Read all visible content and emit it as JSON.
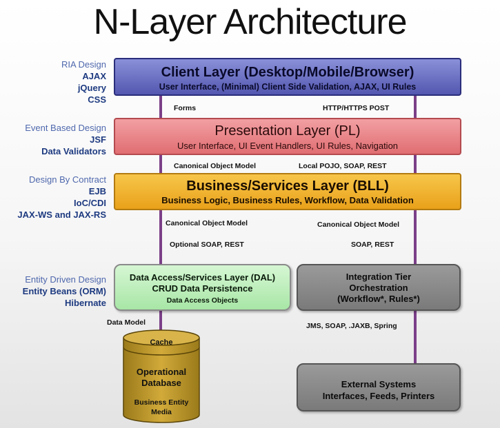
{
  "title": "N-Layer Architecture",
  "colors": {
    "connector": "#7b3f88",
    "side_heading": "#4f68ad",
    "side_item": "#1d3a80",
    "client": "#6a6fc4",
    "presentation": "#ec8a8e",
    "business": "#f2b531",
    "dal": "#c2efbf",
    "integration": "#8c8c8c",
    "database": "#c8a030"
  },
  "side_groups": [
    {
      "heading": "RIA Design",
      "items": [
        "AJAX",
        "jQuery",
        "CSS"
      ]
    },
    {
      "heading": "Event Based Design",
      "items": [
        "JSF",
        "Data Validators"
      ]
    },
    {
      "heading": "Design By Contract",
      "items": [
        "EJB",
        "IoC/CDI",
        "JAX-WS and JAX-RS"
      ]
    },
    {
      "heading": "Entity Driven Design",
      "items": [
        "Entity Beans (ORM)",
        "Hibernate"
      ]
    }
  ],
  "layers": {
    "client": {
      "title": "Client Layer (Desktop/Mobile/Browser)",
      "subtitle": "User Interface, (Minimal) Client Side Validation, AJAX, UI Rules"
    },
    "presentation": {
      "title": "Presentation Layer (PL)",
      "subtitle": "User Interface, UI Event Handlers, UI Rules, Navigation"
    },
    "business": {
      "title": "Business/Services Layer (BLL)",
      "subtitle": "Business Logic, Business Rules, Workflow, Data Validation"
    },
    "dal": {
      "line1": "Data Access/Services Layer (DAL)",
      "line2": "CRUD Data Persistence",
      "subtitle": "Data Access Objects"
    },
    "integration": {
      "line1": "Integration Tier",
      "line2": "Orchestration",
      "line3": "(Workflow*, Rules*)"
    },
    "external": {
      "line1": "External Systems",
      "line2": "Interfaces, Feeds, Printers"
    }
  },
  "database": {
    "top_label": "Cache",
    "line1": "Operational",
    "line2": "Database",
    "line3": "Business Entity",
    "line4": "Media"
  },
  "connectors": {
    "client_pl_left": "Forms",
    "client_pl_right": "HTTP/HTTPS POST",
    "pl_bll_left": "Canonical Object Model",
    "pl_bll_right": "Local POJO, SOAP, REST",
    "bll_dal_1": "Canonical Object Model",
    "bll_dal_2": "Optional SOAP, REST",
    "bll_int_1": "Canonical Object Model",
    "bll_int_2": "SOAP, REST",
    "dal_db": "Data Model",
    "int_ext": "JMS, SOAP, .JAXB, Spring"
  }
}
